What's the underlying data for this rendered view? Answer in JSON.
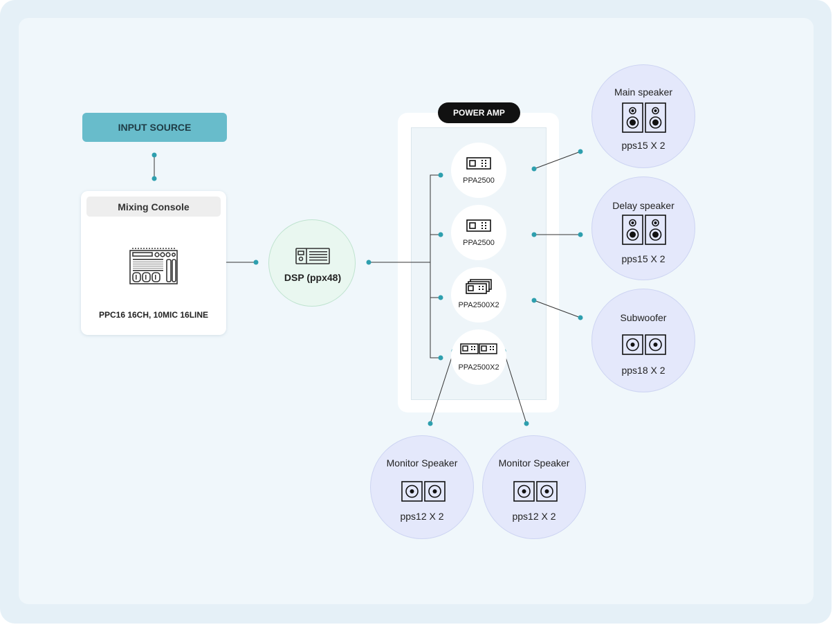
{
  "input_source": {
    "label": "INPUT SOURCE"
  },
  "mixing_console": {
    "title": "Mixing Console",
    "caption": "PPC16  16CH, 10MIC 16LINE",
    "icon": "mixer-console-icon"
  },
  "dsp": {
    "label": "DSP (ppx48)",
    "icon": "dsp-rack-icon"
  },
  "power_amp": {
    "title": "POWER AMP",
    "amps": [
      {
        "label": "PPA2500",
        "icon": "amplifier-icon"
      },
      {
        "label": "PPA2500",
        "icon": "amplifier-icon"
      },
      {
        "label": "PPA2500X2",
        "icon": "stacked-amplifier-icon"
      },
      {
        "label": "PPA2500X2",
        "icon": "dual-amplifier-icon"
      }
    ]
  },
  "speakers": [
    {
      "title": "Main speaker",
      "model": "pps15 X 2",
      "icon": "tower-speaker-icon"
    },
    {
      "title": "Delay speaker",
      "model": "pps15 X 2",
      "icon": "tower-speaker-icon"
    },
    {
      "title": "Subwoofer",
      "model": "pps18 X 2",
      "icon": "subwoofer-icon"
    },
    {
      "title": "Monitor Speaker",
      "model": "pps12 X 2",
      "icon": "monitor-speaker-icon"
    },
    {
      "title": "Monitor Speaker",
      "model": "pps12 X 2",
      "icon": "monitor-speaker-icon"
    }
  ],
  "colors": {
    "accent": "#68bccb",
    "wire_dot": "#2e9fae",
    "dsp_fill": "#e9f7f0",
    "speaker_fill": "#e4e8fb",
    "background": "#f0f7fb"
  }
}
